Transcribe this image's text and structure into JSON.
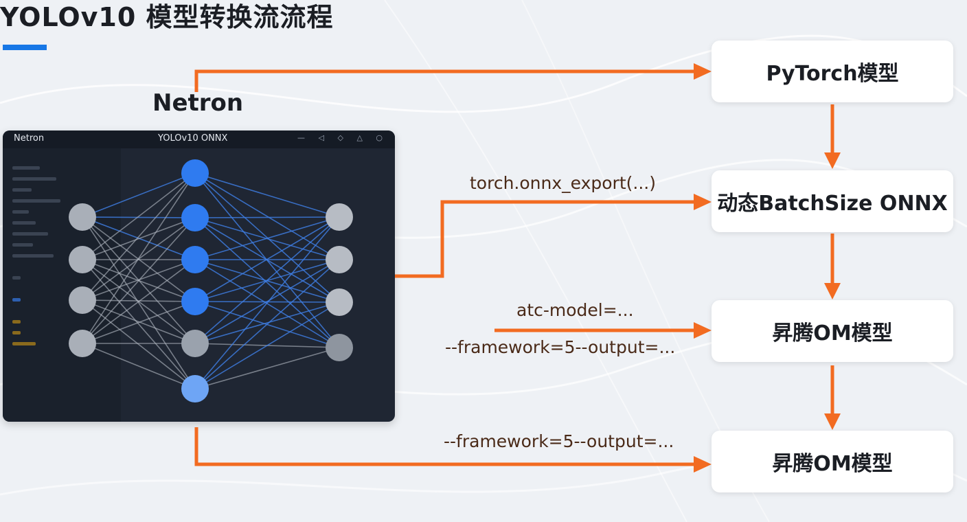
{
  "page": {
    "title": "YOLOv10 模型转换流流程",
    "accent_color": "#1677e6"
  },
  "netron": {
    "heading": "Netron",
    "window": {
      "app_name": "Netron",
      "file_name": "YOLOv10 ONNX",
      "controls": "— ◁ ◇ △ ○"
    },
    "network_layers": [
      4,
      6,
      4
    ]
  },
  "flow": {
    "arrow_color": "#f26b21",
    "boxes": [
      {
        "label": "PyTorch模型"
      },
      {
        "label": "动态BatchSize ONNX"
      },
      {
        "label": "昇腾OM模型"
      },
      {
        "label": "昇腾OM模型"
      }
    ],
    "labels": {
      "export": "torch.onnx_export(...)",
      "atc_model": "atc-model=...",
      "framework_1": "--framework=5--output=...",
      "framework_2": "--framework=5--output=..."
    }
  }
}
